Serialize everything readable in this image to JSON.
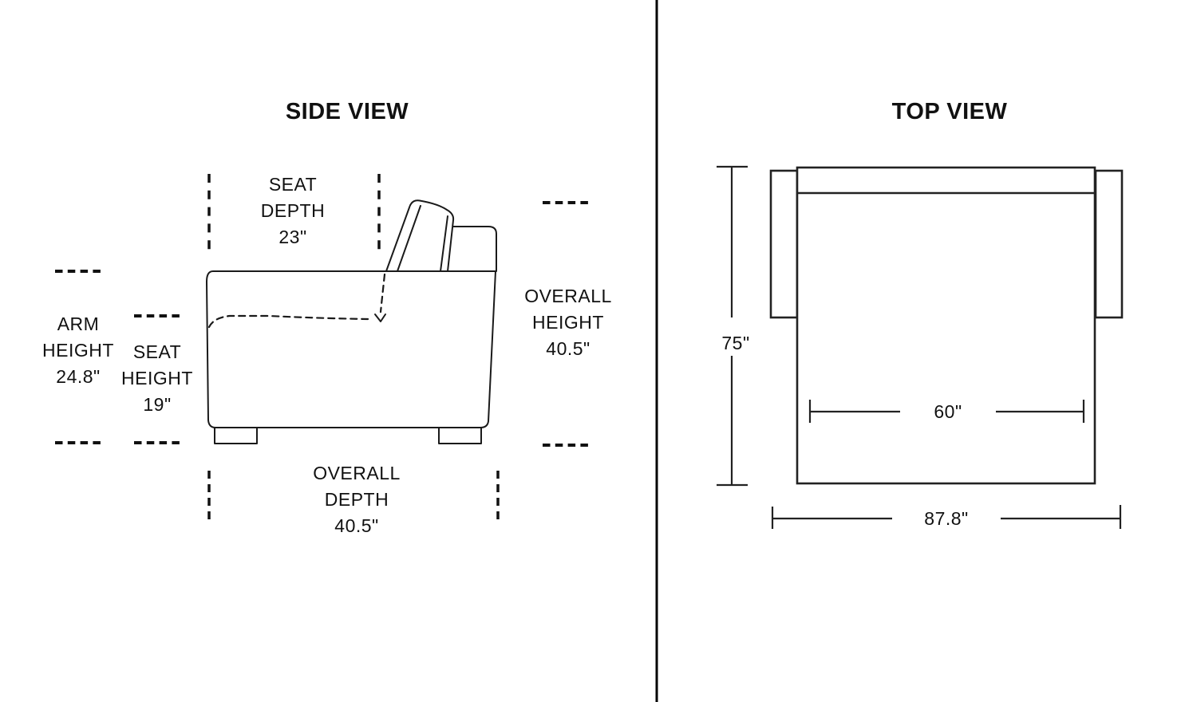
{
  "side_view": {
    "title": "SIDE VIEW",
    "seat_depth_label": "SEAT\nDEPTH\n23\"",
    "arm_height_label": "ARM\nHEIGHT\n24.8\"",
    "seat_height_label": "SEAT\nHEIGHT\n19\"",
    "overall_height_label": "OVERALL\nHEIGHT\n40.5\"",
    "overall_depth_label": "OVERALL\nDEPTH\n40.5\""
  },
  "top_view": {
    "title": "TOP VIEW",
    "depth_label": "75\"",
    "seat_width_label": "60\"",
    "overall_width_label": "87.8\""
  },
  "colors": {
    "background": "#ffffff",
    "line_art": "#1a1a1a",
    "dimension_lines": "#222222",
    "text": "#111111",
    "divider": "#000000"
  }
}
